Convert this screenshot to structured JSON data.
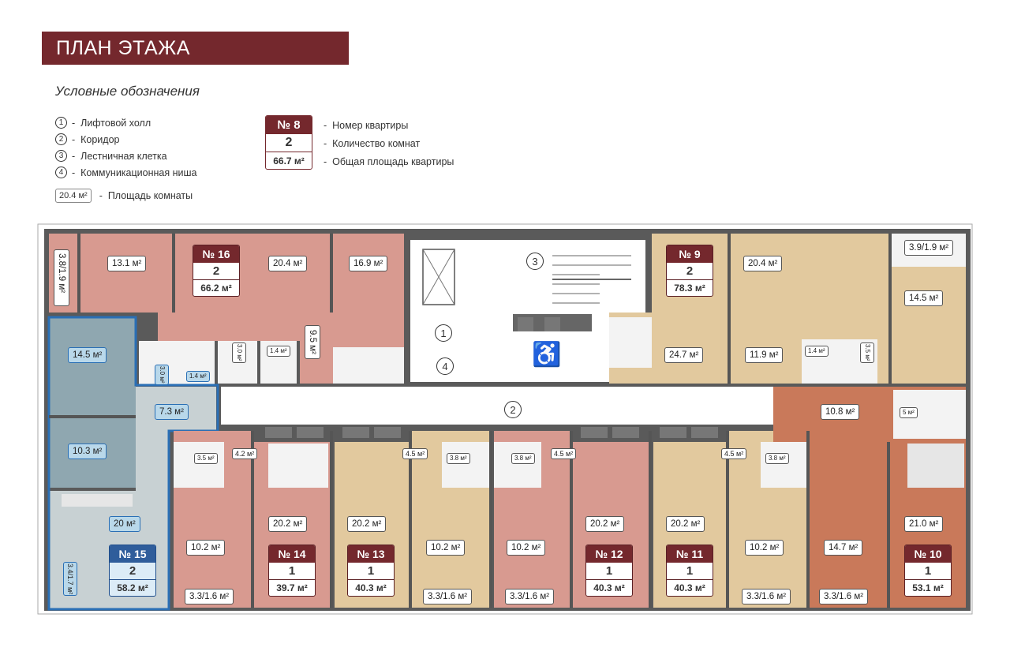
{
  "header": {
    "title": "ПЛАН ЭТАЖА"
  },
  "legend": {
    "title": "Условные обозначения",
    "items": [
      {
        "num": "1",
        "label": "Лифтовой холл"
      },
      {
        "num": "2",
        "label": "Коридор"
      },
      {
        "num": "3",
        "label": "Лестничная клетка"
      },
      {
        "num": "4",
        "label": "Коммуникационная ниша"
      }
    ],
    "area_example": "20.4 м²",
    "area_desc": "Площадь комнаты",
    "key_card": {
      "number": "№ 8",
      "rooms": "2",
      "area": "66.7 м²"
    },
    "key_desc": [
      "Номер квартиры",
      "Количество комнат",
      "Общая площадь квартиры"
    ]
  },
  "colors": {
    "brand": "#74282d",
    "apt_pink": "#d89a90",
    "apt_sand": "#e2c99e",
    "apt_terracotta": "#c9795a",
    "apt_selected": "#8fa7b0",
    "selected_outline": "#2a6fb5",
    "wall": "#4d4d4d"
  },
  "markers": {
    "lift_hall": "1",
    "corridor": "2",
    "stairs": "3",
    "niche": "4"
  },
  "apartments": [
    {
      "id": "16",
      "number": "№ 16",
      "rooms": "2",
      "area": "66.2 м²"
    },
    {
      "id": "9",
      "number": "№ 9",
      "rooms": "2",
      "area": "78.3 м²"
    },
    {
      "id": "15",
      "number": "№ 15",
      "rooms": "2",
      "area": "58.2 м²"
    },
    {
      "id": "14",
      "number": "№ 14",
      "rooms": "1",
      "area": "39.7 м²"
    },
    {
      "id": "13",
      "number": "№ 13",
      "rooms": "1",
      "area": "40.3 м²"
    },
    {
      "id": "12",
      "number": "№ 12",
      "rooms": "1",
      "area": "40.3 м²"
    },
    {
      "id": "11",
      "number": "№ 11",
      "rooms": "1",
      "area": "40.3 м²"
    },
    {
      "id": "10",
      "number": "№ 10",
      "rooms": "1",
      "area": "53.1 м²"
    }
  ],
  "rooms": {
    "a16_bath": "3.8/1.9 м²",
    "a16_r1": "13.1 м²",
    "a16_r2": "20.4 м²",
    "a16_hall": "9.5 м²",
    "a16_wc1": "3.0 м²",
    "a16_wc2": "1.4 м²",
    "a16_kitchen": "16.9 м²",
    "a9_r1": "20.4 м²",
    "a9_bath": "3.9/1.9 м²",
    "a9_r2": "14.5 м²",
    "a9_kitchen": "24.7 м²",
    "a9_hall": "11.9 м²",
    "a9_wc1": "1.4 м²",
    "a9_wc2": "3.5 м²",
    "a15_r1": "14.5 м²",
    "a15_wc1": "3.0 м²",
    "a15_wc2": "1.4 м²",
    "a15_hall": "7.3 м²",
    "a15_r2": "10.3 м²",
    "a15_kitchen": "20 м²",
    "a15_bath": "3.4/1.7 м²",
    "a14_wc": "3.5 м²",
    "a14_hall": "4.2 м²",
    "a14_room": "10.2 м²",
    "a14_kitchen": "20.2 м²",
    "a14_bath": "3.3/1.6 м²",
    "a13_hall": "4.5 м²",
    "a13_wc": "3.8 м²",
    "a13_kitchen": "20.2 м²",
    "a13_room": "10.2 м²",
    "a13_bath": "3.3/1.6 м²",
    "a12_wc": "3.8 м²",
    "a12_hall": "4.5 м²",
    "a12_room": "10.2 м²",
    "a12_kitchen": "20.2 м²",
    "a12_bath": "3.3/1.6 м²",
    "a11_hall": "4.5 м²",
    "a11_wc": "3.8 м²",
    "a11_kitchen": "20.2 м²",
    "a11_room": "10.2 м²",
    "a11_bath": "3.3/1.6 м²",
    "a10_r1": "10.8 м²",
    "a10_wc": "5 м²",
    "a10_room": "14.7 м²",
    "a10_kitchen": "21.0 м²",
    "a10_bath": "3.3/1.6 м²"
  }
}
